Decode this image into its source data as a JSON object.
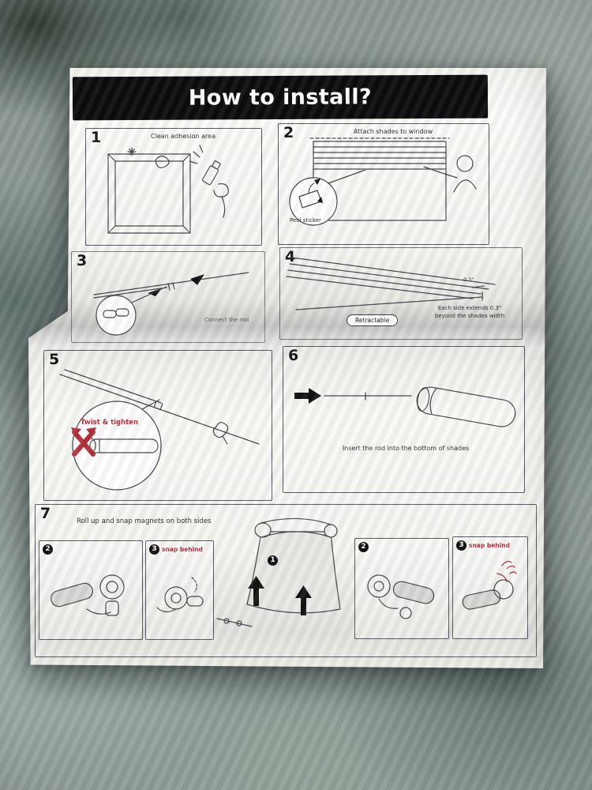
{
  "sheet": {
    "title": "How to install?"
  },
  "steps": {
    "s1": {
      "num": "1",
      "caption": "Clean adhesion area"
    },
    "s2": {
      "num": "2",
      "caption": "Attach shades to window",
      "callout": "Peel sticker"
    },
    "s3": {
      "num": "3",
      "caption": "Connect the rod"
    },
    "s4": {
      "num": "4",
      "tag": "Retractable",
      "dim": "0.3\"",
      "note1": "Each side extends 0.3\"",
      "note2": "beyond the shades width"
    },
    "s5": {
      "num": "5",
      "callout": "Twist & tighten"
    },
    "s6": {
      "num": "6",
      "caption": "Insert the rod into the bottom of shades"
    },
    "s7": {
      "num": "7",
      "caption": "Roll up and snap magnets on both sides",
      "left_panel_badge": "2",
      "left_snap_badge": "3",
      "left_snap_label": "snap behind",
      "center_badge": "1",
      "right_panel_badge": "2",
      "right_snap_badge": "3",
      "right_snap_label": "snap behind"
    }
  },
  "colors": {
    "accent_red": "#b5303a",
    "ink": "#2b2b2e",
    "paper": "#f7f7f4",
    "header_bg": "#0d0d10"
  }
}
